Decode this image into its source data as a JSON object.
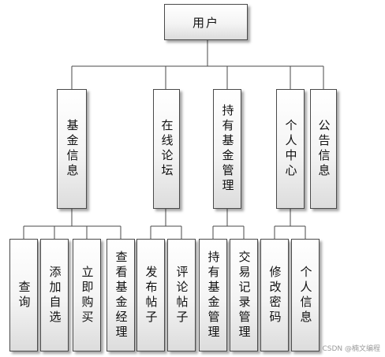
{
  "diagram": {
    "root": {
      "label": "用户"
    },
    "modules": [
      {
        "id": "fund-info",
        "label": "基金信息",
        "children": [
          "查询",
          "添加自选",
          "立即购买",
          "查看基金经理"
        ]
      },
      {
        "id": "forum",
        "label": "在线论坛",
        "children": [
          "发布帖子",
          "评论帖子"
        ]
      },
      {
        "id": "holdings",
        "label": "持有基金管理",
        "children": [
          "持有基金管理",
          "交易记录管理"
        ]
      },
      {
        "id": "personal-center",
        "label": "个人中心",
        "children": [
          "修改密码",
          "个人信息"
        ]
      },
      {
        "id": "notice-info",
        "label": "公告信息",
        "children": []
      }
    ]
  },
  "watermark": "CSDN @楠文编程",
  "colors": {
    "line": "#4a4a4a",
    "box_border": "#4a4a4a"
  }
}
